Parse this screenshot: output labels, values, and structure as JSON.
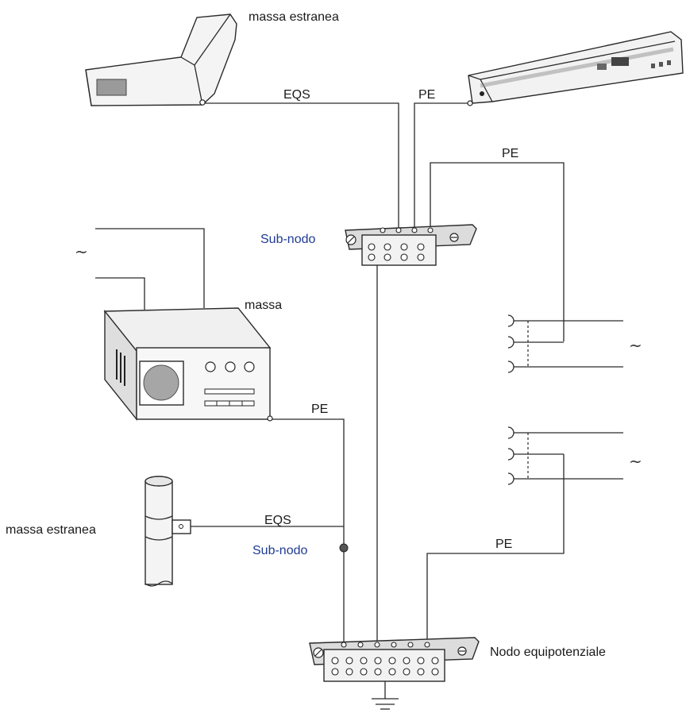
{
  "labels": {
    "top_extraneous_mass": "massa estranea",
    "top_eqs": "EQS",
    "top_pe": "PE",
    "right_pe_top": "PE",
    "sub_node_top": "Sub-nodo",
    "mass": "massa",
    "mass_pe": "PE",
    "left_extraneous_mass": "massa estranea",
    "left_eqs": "EQS",
    "sub_node_bottom": "Sub-nodo",
    "right_pe_bottom": "PE",
    "main_node": "Nodo equipotenziale",
    "ac_symbol": "~"
  },
  "colors": {
    "line": "#2a2a2a",
    "sub_node_text": "#1f3c93",
    "fill_light": "#f2f2f2",
    "fill_mid": "#dcdcdc",
    "fill_dark": "#9a9a9a"
  }
}
